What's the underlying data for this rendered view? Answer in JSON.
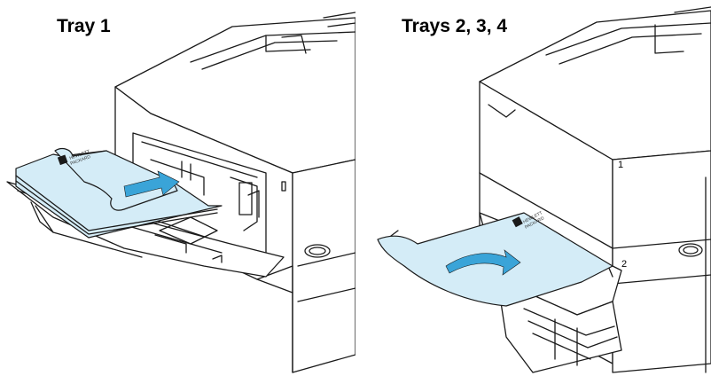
{
  "captions": {
    "left": "Tray 1",
    "right": "Trays 2, 3, 4"
  },
  "tray_numbers": {
    "one": "1",
    "two": "2"
  },
  "brand_label": {
    "line1": "HEWLETT",
    "line2": "PACKARD"
  },
  "colors": {
    "paper_fill": "#d4ecf7",
    "arrow_fill": "#3aa4d8",
    "outline": "#1a1a1a"
  },
  "icons": {
    "feed_direction": "arrow-right-icon",
    "curl_direction": "curved-arrow-icon",
    "brand_logo": "hp-logo-icon"
  }
}
